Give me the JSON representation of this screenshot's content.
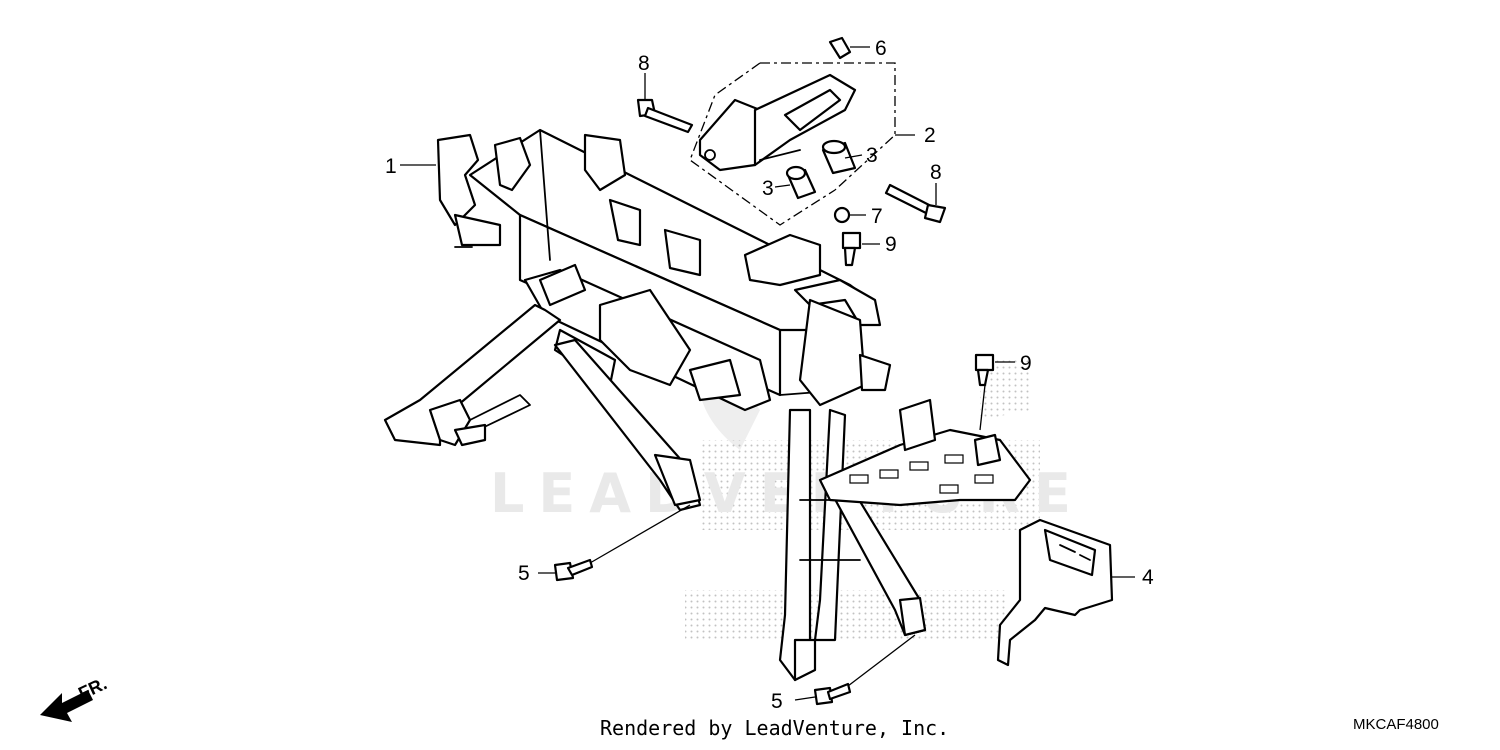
{
  "diagram": {
    "code": "MKCAF4800",
    "credit": "Rendered by LeadVenture, Inc.",
    "front_indicator": "FR.",
    "watermark": "LEADVENTURE",
    "callouts": [
      {
        "id": "1",
        "label": "1"
      },
      {
        "id": "2",
        "label": "2"
      },
      {
        "id": "3a",
        "label": "3"
      },
      {
        "id": "3b",
        "label": "3"
      },
      {
        "id": "4",
        "label": "4"
      },
      {
        "id": "5a",
        "label": "5"
      },
      {
        "id": "5b",
        "label": "5"
      },
      {
        "id": "6",
        "label": "6"
      },
      {
        "id": "7",
        "label": "7"
      },
      {
        "id": "8a",
        "label": "8"
      },
      {
        "id": "8b",
        "label": "8"
      },
      {
        "id": "9a",
        "label": "9"
      },
      {
        "id": "9b",
        "label": "9"
      }
    ]
  }
}
